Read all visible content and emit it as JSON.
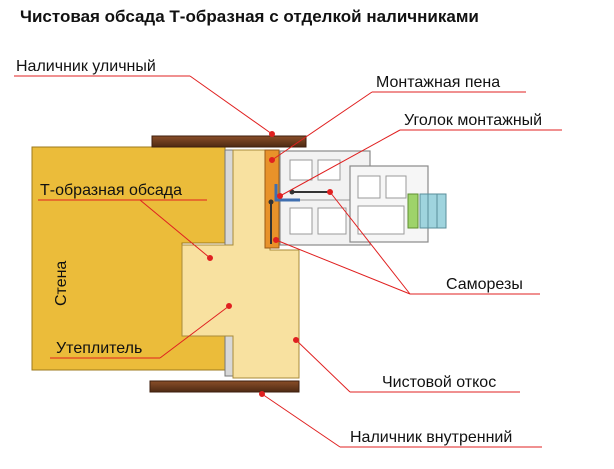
{
  "title": "Чистовая обсада Т-образная с отделкой наличниками",
  "labels": {
    "outer_trim": "Наличник уличный",
    "mounting_foam": "Монтажная пена",
    "mounting_angle": "Уголок монтажный",
    "t_casing": "Т-образная обсада",
    "wall": "Стена",
    "screws": "Саморезы",
    "insulation": "Утеплитель",
    "finish_slope": "Чистовой откос",
    "inner_trim": "Наличник внутренний"
  },
  "colors": {
    "wall": "#EBBC3A",
    "casing": "#F8E1A0",
    "trim": "#6B3A1E",
    "foam": "#E8922A",
    "leader": "#E02020",
    "window_frame": "#F2F2F2",
    "glass": "#9FD4DE",
    "seal": "#9ED36A"
  }
}
